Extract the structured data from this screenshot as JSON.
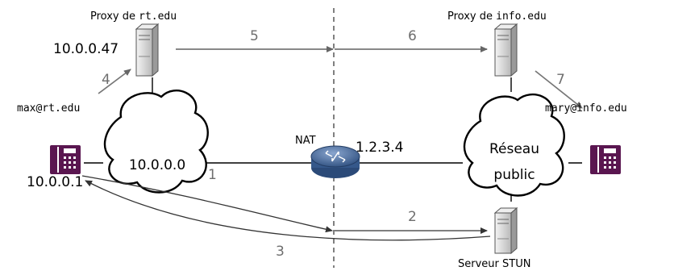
{
  "diagram": {
    "proxy_left": {
      "prefix": "Proxy de ",
      "domain": "rt.edu",
      "ip": "10.0.0.47"
    },
    "proxy_right": {
      "prefix": "Proxy de ",
      "domain": "info.edu"
    },
    "phone_left": {
      "address": "max@rt.edu",
      "ip": "10.0.0.1"
    },
    "phone_right": {
      "address": "mary@info.edu"
    },
    "cloud_private": {
      "label": "10.0.0.0"
    },
    "cloud_public": {
      "line1": "Réseau",
      "line2": "public"
    },
    "nat": {
      "label": "NAT",
      "ip": "1.2.3.4"
    },
    "stun": {
      "label": "Serveur STUN"
    },
    "steps": [
      "1",
      "2",
      "3",
      "4",
      "5",
      "6",
      "7"
    ],
    "colors": {
      "phone": "#5a1650",
      "router": "#3f5f8f",
      "server": "#d7d7d7",
      "arrow": "#777777"
    }
  }
}
